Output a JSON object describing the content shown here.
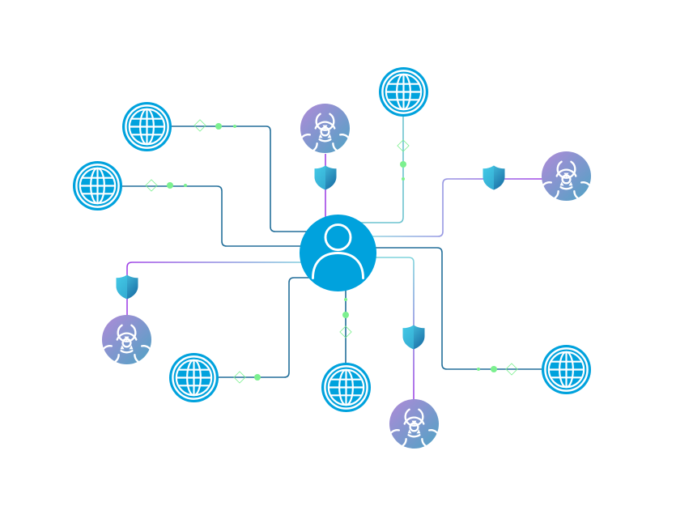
{
  "colors": {
    "background": "#ffffff",
    "primary_blue": "#00a2dd",
    "line_dark": "#1e6f9f",
    "line_teal": "#72c8d6",
    "accent_green": "#7cf08f",
    "purple": "#a045e6",
    "hazard_gradient_start": "#a98ad6",
    "hazard_gradient_end": "#5f9ec6",
    "shield_light": "#3bc5e2",
    "shield_dark": "#1a75a8"
  },
  "hub": {
    "icon": "user-icon"
  },
  "nodes": [
    {
      "id": "globe-top-left",
      "icon": "globe-icon"
    },
    {
      "id": "globe-left",
      "icon": "globe-icon"
    },
    {
      "id": "hazard-top",
      "icon": "biohazard-icon"
    },
    {
      "id": "globe-top",
      "icon": "globe-icon"
    },
    {
      "id": "hazard-right",
      "icon": "biohazard-icon"
    },
    {
      "id": "hazard-left",
      "icon": "biohazard-icon"
    },
    {
      "id": "globe-bottom-left",
      "icon": "globe-icon"
    },
    {
      "id": "globe-bottom",
      "icon": "globe-icon"
    },
    {
      "id": "hazard-bottom",
      "icon": "biohazard-icon"
    },
    {
      "id": "globe-right",
      "icon": "globe-icon"
    }
  ],
  "shields": [
    {
      "id": "shield-top",
      "icon": "shield-icon"
    },
    {
      "id": "shield-right",
      "icon": "shield-icon"
    },
    {
      "id": "shield-left",
      "icon": "shield-icon"
    },
    {
      "id": "shield-bottom",
      "icon": "shield-icon"
    }
  ]
}
